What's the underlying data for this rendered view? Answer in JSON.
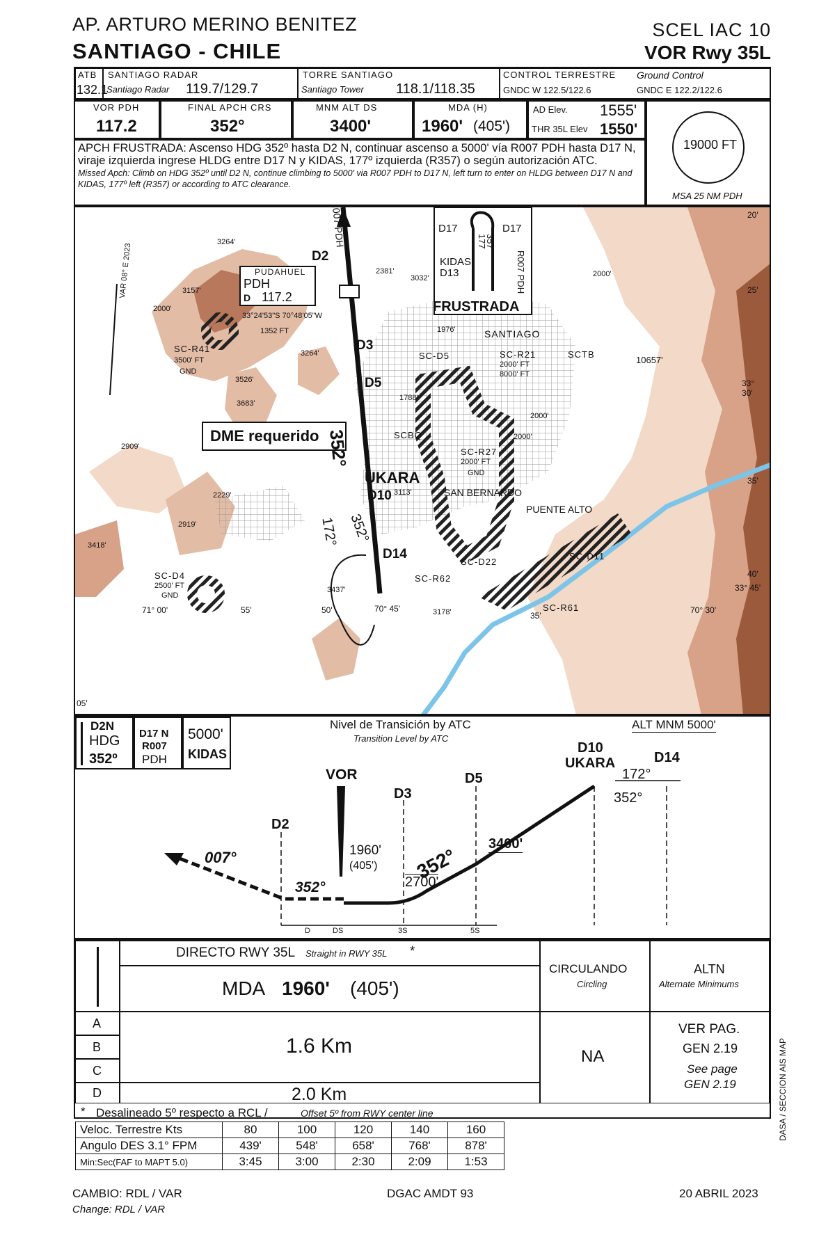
{
  "header": {
    "airport": "AP. ARTURO MERINO BENITEZ",
    "city": "SANTIAGO - CHILE",
    "chart_code": "SCEL IAC 10",
    "procedure": "VOR Rwy 35L"
  },
  "comms": {
    "atis_label": "ATB",
    "atis_freq": "132.1",
    "radar_label": "SANTIAGO RADAR",
    "radar_name": "Santiago Radar",
    "radar_freq": "119.7/129.7",
    "tower_label": "TORRE SANTIAGO",
    "tower_name": "Santiago Tower",
    "tower_freq": "118.1/118.35",
    "ground_label": "CONTROL TERRESTRE",
    "ground_name": "Ground Control",
    "ground_w": "GNDC W 122.5/122.6",
    "ground_e": "GNDC E 122.2/122.6"
  },
  "briefing": {
    "vor_label": "VOR PDH",
    "vor_freq": "117.2",
    "crs_label": "FINAL APCH CRS",
    "crs_value": "352°",
    "minalt_label": "MNM ALT DS",
    "minalt_value": "3400'",
    "mda_label": "MDA (H)",
    "mda_value": "1960'",
    "mda_height": "(405')",
    "ad_elev_label": "AD Elev.",
    "ad_elev": "1555'",
    "thr_elev_label": "THR 35L Elev",
    "thr_elev": "1550'",
    "msa_alt": "19000 FT",
    "msa_label": "MSA 25 NM PDH"
  },
  "missed": {
    "es": "APCH FRUSTRADA: Ascenso HDG 352º hasta D2 N, continuar ascenso a 5000' vía R007 PDH hasta D17 N, viraje izquierda ingrese HLDG entre D17 N y KIDAS, 177º izquierda (R357) o según autorización ATC.",
    "en": "Missed Apch: Climb on HDG 352º until D2 N, continue climbing to 5000' via R007 PDH to D17 N, left turn to enter on HLDG between D17 N and KIDAS, 177º left (R357) or according to ATC clearance."
  },
  "map": {
    "vor_box_title": "PUDAHUEL",
    "vor_box_ident": "PDH",
    "vor_box_freq": "117.2",
    "vor_box_d": "D",
    "vor_coords": "33°24'53\"S 70°48'05\"W",
    "dme_note": "DME requerido",
    "frustrada": "FRUSTRADA",
    "santiago": "SANTIAGO",
    "san_bernardo": "SAN BERNARDO",
    "puente_alto": "PUENTE ALTO",
    "ukara": "UKARA",
    "fix_d2": "D2",
    "fix_d3": "D3",
    "fix_d5": "D5",
    "fix_d10": "D10",
    "fix_d14": "D14",
    "course_352": "352°",
    "course_352b": "352°",
    "course_172": "172°",
    "r007": "R007 PDH",
    "hold_d17a": "D17",
    "hold_d17b": "D17",
    "hold_kidas": "KIDAS",
    "hold_d13": "D13",
    "hold_357": "357",
    "hold_177": "177",
    "hold_r007": "R007 PDH",
    "var": "VAR 08° E 2023",
    "scr41": "SC-R41",
    "scr41_alt": "3500' FT",
    "scr41_gnd": "GND",
    "scr21": "SC-R21",
    "scr21_a": "2000' FT",
    "scr21_b": "8000' FT",
    "scr27": "SC-R27",
    "scr27_alt": "2000' FT",
    "scr27_gnd": "GND",
    "scd4": "SC-D4",
    "scd4_alt": "2500' FT",
    "scd4_gnd": "GND",
    "scd5": "SC-D5",
    "scd22": "SC-D22",
    "scd11": "SC-D11",
    "scr62": "SC-R62",
    "scr61": "SC-R61",
    "sctb": "SCTB",
    "scbq": "SCBQ",
    "elev": [
      "3264'",
      "2381'",
      "3032'",
      "3157'",
      "1352 FT",
      "1976'",
      "3264'",
      "3526'",
      "3683'",
      "1788'",
      "2909'",
      "2229'",
      "2919'",
      "3418'",
      "3113'",
      "3437'",
      "3178'",
      "10657'",
      "2000'",
      "2000'",
      "2000'",
      "2000'"
    ],
    "lat": [
      "20'",
      "25'",
      "33° 30'",
      "35'",
      "40'",
      "33° 45'"
    ],
    "lon": [
      "05'",
      "71° 00'",
      "55'",
      "50'",
      "70° 45'",
      "35'",
      "70° 30'"
    ]
  },
  "profile": {
    "d2n": "D2N",
    "hdg": "HDG",
    "hdg_val": "352º",
    "d17n": "D17 N",
    "r007": "R007",
    "pdh": "PDH",
    "alt5000": "5000'",
    "kidas": "KIDAS",
    "transition_es": "Nivel de Transición by ATC",
    "transition_en": "Transition Level by ATC",
    "alt_mnm": "ALT MNM 5000'",
    "vor": "VOR",
    "d2": "D2",
    "d3": "D3",
    "d5": "D5",
    "d10": "D10",
    "ukara": "UKARA",
    "d14": "D14",
    "c172": "172°",
    "c352a": "352°",
    "c007": "007°",
    "c352b": "352°",
    "c352c": "352°",
    "mda": "1960'",
    "mda_h": "(405')",
    "alt2700": "2700'",
    "alt3400": "3400'",
    "scale": [
      "D",
      "DS",
      "3S",
      "5S"
    ]
  },
  "minima": {
    "straight_es": "DIRECTO  RWY 35L",
    "straight_en": "Straight in RWY 35L",
    "star": "*",
    "mda": "MDA",
    "mda_val": "1960'",
    "mda_h": "(405')",
    "circling_es": "CIRCULANDO",
    "circling_en": "Circling",
    "altn_es": "ALTN",
    "altn_en": "Alternate Minimums",
    "cats": [
      "A",
      "B",
      "C",
      "D"
    ],
    "vis_abc": "1.6 Km",
    "vis_d": "2.0 Km",
    "circling_val": "NA",
    "ver_pag": "VER PAG.",
    "gen": "GEN 2.19",
    "see_page": "See page",
    "gen2": "GEN 2.19",
    "note_es": "Desalineado 5º respecto a RCL /",
    "note_en": "Offset 5º from RWY center line"
  },
  "speed_table": {
    "rows": [
      [
        "Veloc. Terrestre Kts",
        "80",
        "100",
        "120",
        "140",
        "160"
      ],
      [
        "Angulo DES 3.1° FPM",
        "439'",
        "548'",
        "658'",
        "768'",
        "878'"
      ],
      [
        "Min:Sec(FAF to MAPT 5.0)",
        "3:45",
        "3:00",
        "2:30",
        "2:09",
        "1:53"
      ]
    ]
  },
  "footer": {
    "change_es": "CAMBIO: RDL / VAR",
    "change_en": "Change: RDL / VAR",
    "amdt": "DGAC  AMDT 93",
    "date": "20 ABRIL 2023",
    "side": "DASA / SECCION AIS MAP"
  },
  "colors": {
    "terrain_light": "#f2d9c8",
    "terrain_mid": "#d7a287",
    "terrain_dark": "#9c5a3c",
    "water": "#7cc4e8"
  }
}
